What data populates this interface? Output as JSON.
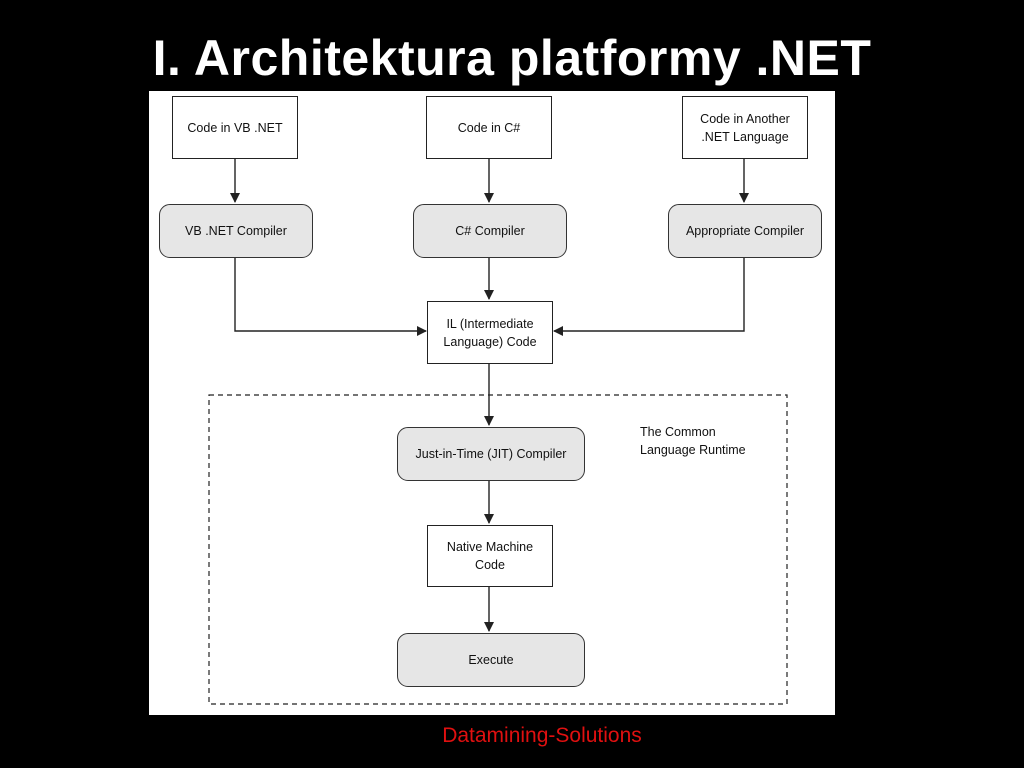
{
  "slide": {
    "title": "I. Architektura platformy .NET",
    "footer": "Datamining-Solutions"
  },
  "diagram": {
    "sources": {
      "vb": "Code in VB .NET",
      "csharp": "Code in C#",
      "other": "Code in Another\n.NET Language"
    },
    "compilers": {
      "vb": "VB .NET Compiler",
      "csharp": "C# Compiler",
      "other": "Appropriate Compiler"
    },
    "il_code": "IL (Intermediate\nLanguage) Code",
    "runtime": {
      "label": "The Common\nLanguage Runtime",
      "jit": "Just-in-Time (JIT) Compiler",
      "native": "Native Machine\nCode",
      "execute": "Execute"
    }
  }
}
